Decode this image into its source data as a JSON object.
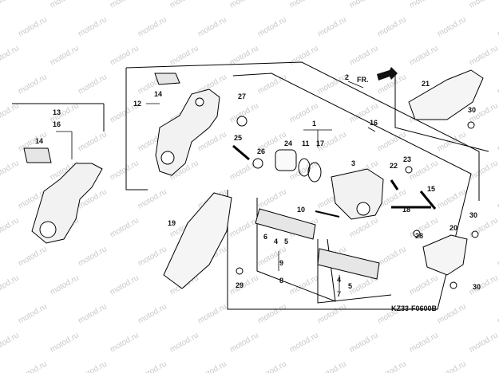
{
  "diagram": {
    "part_numbers": [
      "1",
      "2",
      "3",
      "4",
      "5",
      "6",
      "7",
      "8",
      "9",
      "10",
      "11",
      "12",
      "13",
      "14",
      "15",
      "16",
      "17",
      "18",
      "19",
      "20",
      "21",
      "22",
      "23",
      "24",
      "25",
      "26",
      "27",
      "28",
      "29",
      "30"
    ],
    "extra_labels": {
      "label_16b": "16",
      "label_14b": "14",
      "label_4b": "4",
      "label_5b": "5",
      "label_30b": "30",
      "label_30c": "30"
    },
    "front_arrow": "FR.",
    "diagram_code": "KZ33-F0600B",
    "watermark": "motod.ru"
  }
}
